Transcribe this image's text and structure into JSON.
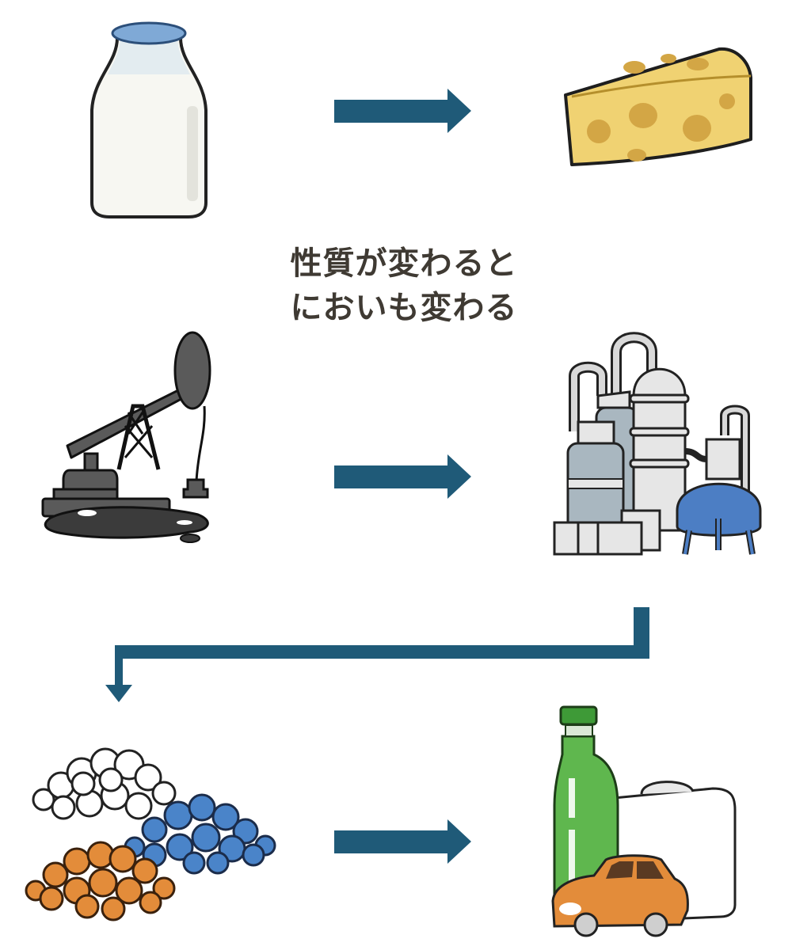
{
  "caption": {
    "line1": "性質が変わると",
    "line2": "においも変わる"
  },
  "colors": {
    "arrow": "#1f5a78",
    "text": "#3f3a33"
  },
  "rows": [
    {
      "from": "milk-bottle",
      "to": "cheese-wedge"
    },
    {
      "from": "oil-pumpjack",
      "to": "oil-refinery"
    },
    {
      "from": "plastic-pellets",
      "to": "plastic-products"
    }
  ]
}
